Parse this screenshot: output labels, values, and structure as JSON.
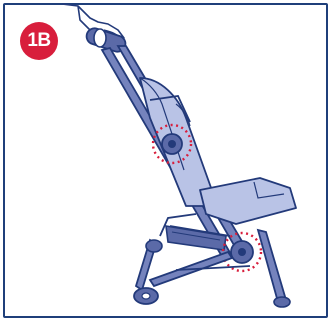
{
  "step": {
    "label": "1B"
  },
  "colors": {
    "badge": "#d81e3c",
    "frame": "#1f3f7a",
    "outline": "#233a7a",
    "fabric_light": "#b9c3e6",
    "fabric_mid": "#8e9bd0",
    "fabric_dark": "#5b6aa8",
    "metal": "#7583bd",
    "highlight_dots": "#d81e3c"
  },
  "illustration": {
    "subject": "folding-stroller",
    "hand": "hand-icon",
    "highlighted_joints": 2
  }
}
